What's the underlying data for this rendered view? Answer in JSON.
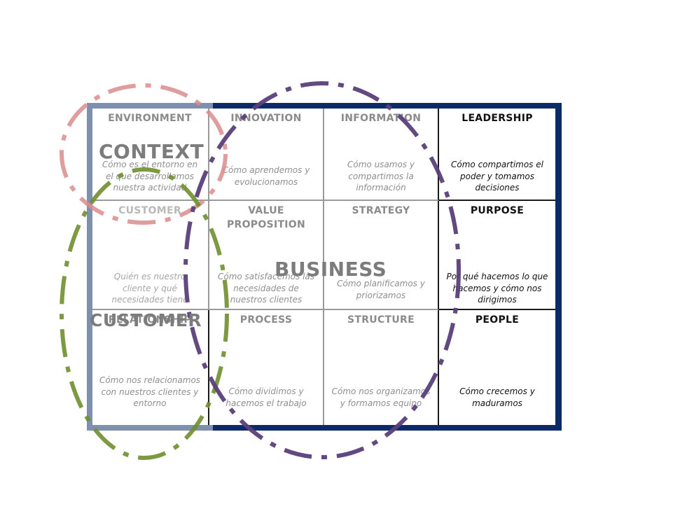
{
  "cells": [
    {
      "title": "ENVIRONMENT",
      "desc": "Cómo es el entorno en el que desarrollamos nuestra actividad"
    },
    {
      "title": "INNOVATION",
      "desc": "Cómo  aprendemos y evolucionamos"
    },
    {
      "title": "INFORMATION",
      "desc": "Cómo usamos y compartimos la información"
    },
    {
      "title": "LEADERSHIP",
      "desc": "Cómo compartimos el poder y tomamos decisiones"
    },
    {
      "title": "CUSTOMER",
      "desc": "Quién es nuestro cliente y qué necesidades tiene"
    },
    {
      "title": "VALUE PROPOSITION",
      "desc": "Cómo satisfacemos las necesidades de nuestros clientes"
    },
    {
      "title": "STRATEGY",
      "desc": "Cómo planificamos y priorizamos"
    },
    {
      "title": "PURPOSE",
      "desc": "Por qué hacemos lo que hacemos y cómo nos dirigimos"
    },
    {
      "title": "RELATIONSHIP",
      "desc": "Cómo nos relacionamos con nuestros clientes y entorno"
    },
    {
      "title": "PROCESS",
      "desc": "Cómo dividimos y hacemos el trabajo"
    },
    {
      "title": "STRUCTURE",
      "desc": "Cómo nos organizamos y formamos equipo"
    },
    {
      "title": "PEOPLE",
      "desc": "Cómo crecemos y maduramos"
    }
  ],
  "groups": {
    "context": "CONTEXT",
    "business": "BUSINESS",
    "customer": "CUSTOMER"
  },
  "colors": {
    "frame": "#0c2a66",
    "context_ring": "#d98c8c",
    "customer_ring": "#6f8f2e",
    "business_ring": "#5a3f7a"
  }
}
